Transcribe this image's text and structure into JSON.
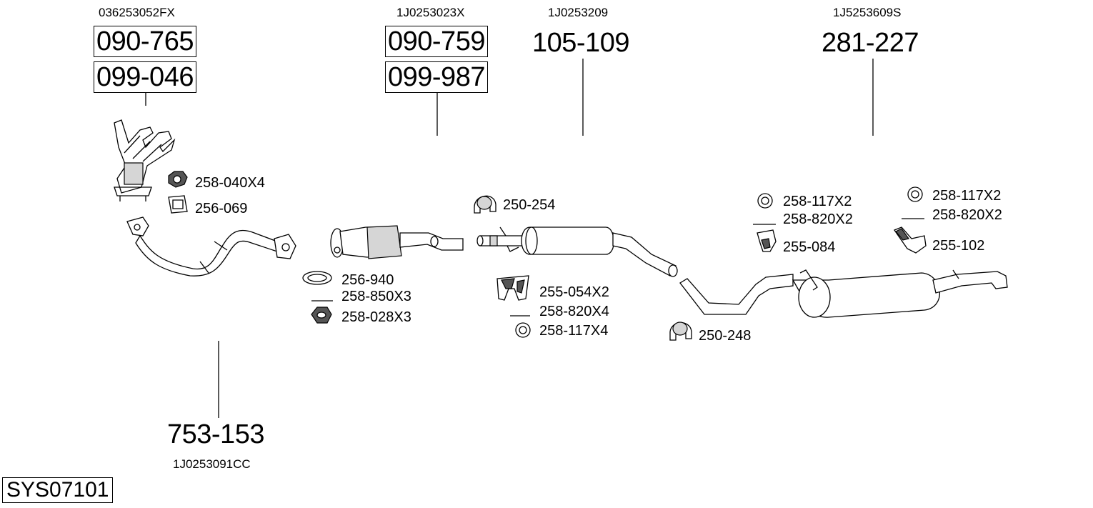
{
  "diagram": {
    "system_code": "SYS07101",
    "groups": [
      {
        "id": "manifold",
        "oem": "036253052FX",
        "parts": [
          "090-765",
          "099-046"
        ]
      },
      {
        "id": "catalyst",
        "oem": "1J0253023X",
        "parts": [
          "090-759",
          "099-987"
        ]
      },
      {
        "id": "middle-silencer",
        "oem": "1J0253209",
        "parts": [
          "105-109"
        ]
      },
      {
        "id": "rear-silencer",
        "oem": "1J5253609S",
        "parts": [
          "281-227"
        ]
      },
      {
        "id": "front-pipe",
        "oem": "1J0253091CC",
        "parts": [
          "753-153"
        ]
      }
    ],
    "fittings": [
      {
        "id": "nut-1",
        "label": "258-040X4"
      },
      {
        "id": "gasket-1",
        "label": "256-069"
      },
      {
        "id": "gasket-2",
        "label": "256-940"
      },
      {
        "id": "bolt-1",
        "label": "258-850X3"
      },
      {
        "id": "nut-2",
        "label": "258-028X3"
      },
      {
        "id": "clamp-1",
        "label": "250-254"
      },
      {
        "id": "hanger-1",
        "label": "255-054X2"
      },
      {
        "id": "bolt-2",
        "label": "258-820X4"
      },
      {
        "id": "washer-1",
        "label": "258-117X4"
      },
      {
        "id": "clamp-2",
        "label": "250-248"
      },
      {
        "id": "washer-2",
        "label": "258-117X2"
      },
      {
        "id": "bolt-3",
        "label": "258-820X2"
      },
      {
        "id": "hanger-2",
        "label": "255-084"
      },
      {
        "id": "washer-3",
        "label": "258-117X2"
      },
      {
        "id": "bolt-4",
        "label": "258-820X2"
      },
      {
        "id": "hanger-3",
        "label": "255-102"
      }
    ]
  }
}
